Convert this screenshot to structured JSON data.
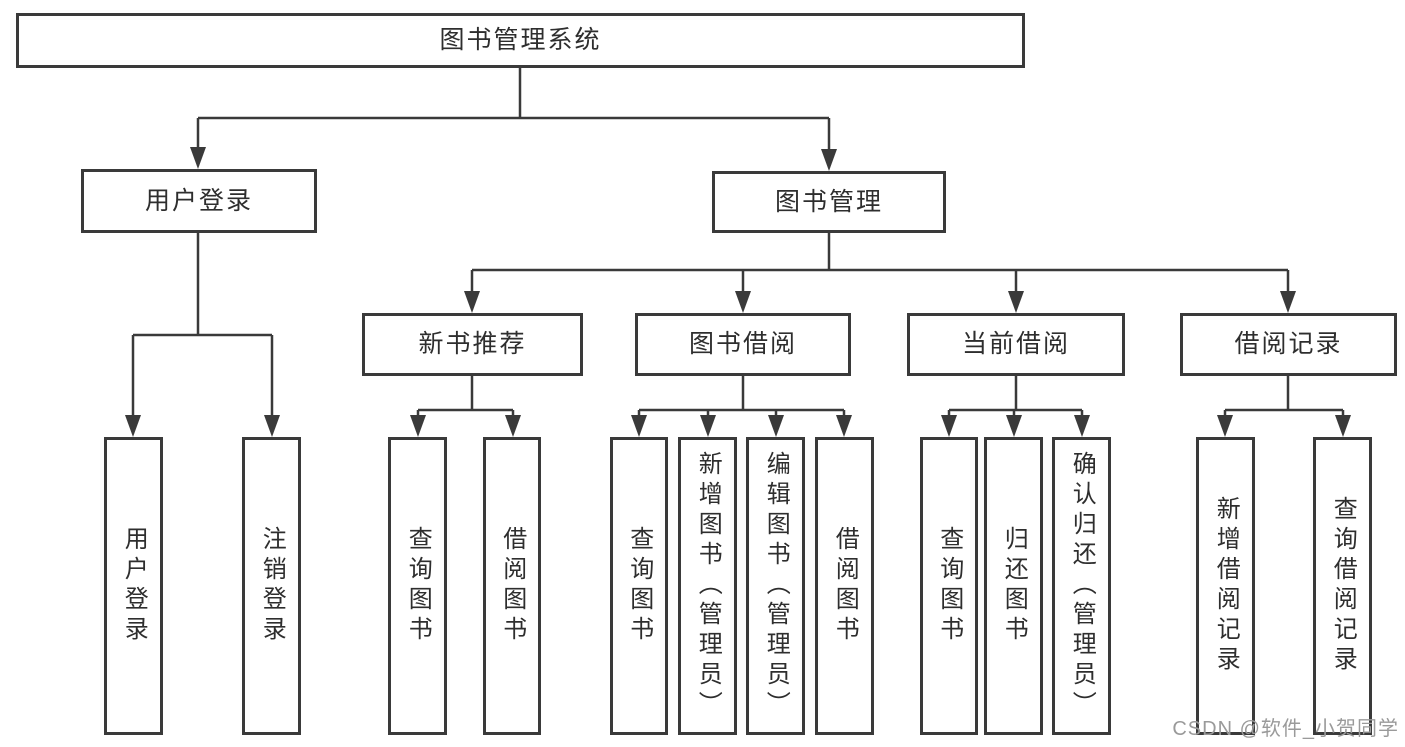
{
  "colors": {
    "background": "#ffffff",
    "line": "#3a3a3a",
    "box_border": "#3a3a3a",
    "text": "#2e2e2e",
    "watermark": "#9a9a9a"
  },
  "tree": {
    "label": "图书管理系统",
    "children": [
      {
        "label": "用户登录",
        "children": [
          {
            "label": "用户登录"
          },
          {
            "label": "注销登录"
          }
        ]
      },
      {
        "label": "图书管理",
        "children": [
          {
            "label": "新书推荐",
            "children": [
              {
                "label": "查询图书"
              },
              {
                "label": "借阅图书"
              }
            ]
          },
          {
            "label": "图书借阅",
            "children": [
              {
                "label": "查询图书"
              },
              {
                "label": "新增图书（管理员）"
              },
              {
                "label": "编辑图书（管理员）"
              },
              {
                "label": "借阅图书"
              }
            ]
          },
          {
            "label": "当前借阅",
            "children": [
              {
                "label": "查询图书"
              },
              {
                "label": "归还图书"
              },
              {
                "label": "确认归还（管理员）"
              }
            ]
          },
          {
            "label": "借阅记录",
            "children": [
              {
                "label": "新增借阅记录"
              },
              {
                "label": "查询借阅记录"
              }
            ]
          }
        ]
      }
    ]
  },
  "watermark": "CSDN @软件_小贺同学"
}
